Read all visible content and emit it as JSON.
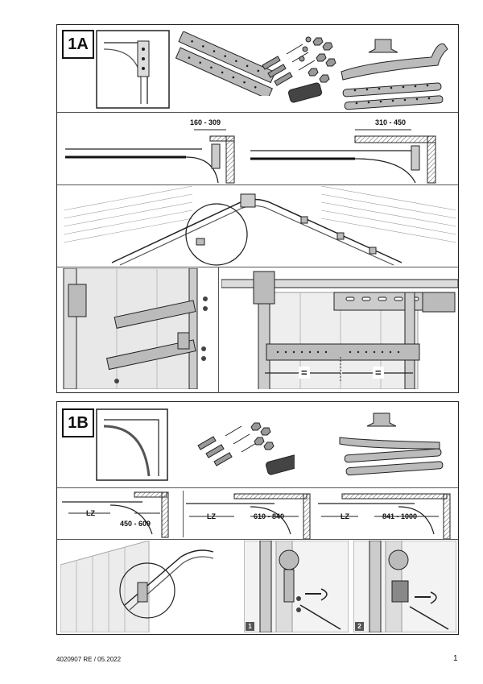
{
  "section_a": {
    "label": "1A",
    "dims": {
      "d1": "160 - 309",
      "d2": "310 - 450"
    },
    "equal_1": "=",
    "equal_2": "="
  },
  "section_b": {
    "label": "1B",
    "dims": {
      "lz1": "LZ",
      "r1": "450 - 609",
      "lz2": "LZ",
      "r2": "610 - 840",
      "lz3": "LZ",
      "r3": "841 - 1000"
    },
    "steps": [
      "1",
      "2"
    ]
  },
  "footer": {
    "doc_id": "4020907  RE / 05.2022",
    "page": "1"
  }
}
